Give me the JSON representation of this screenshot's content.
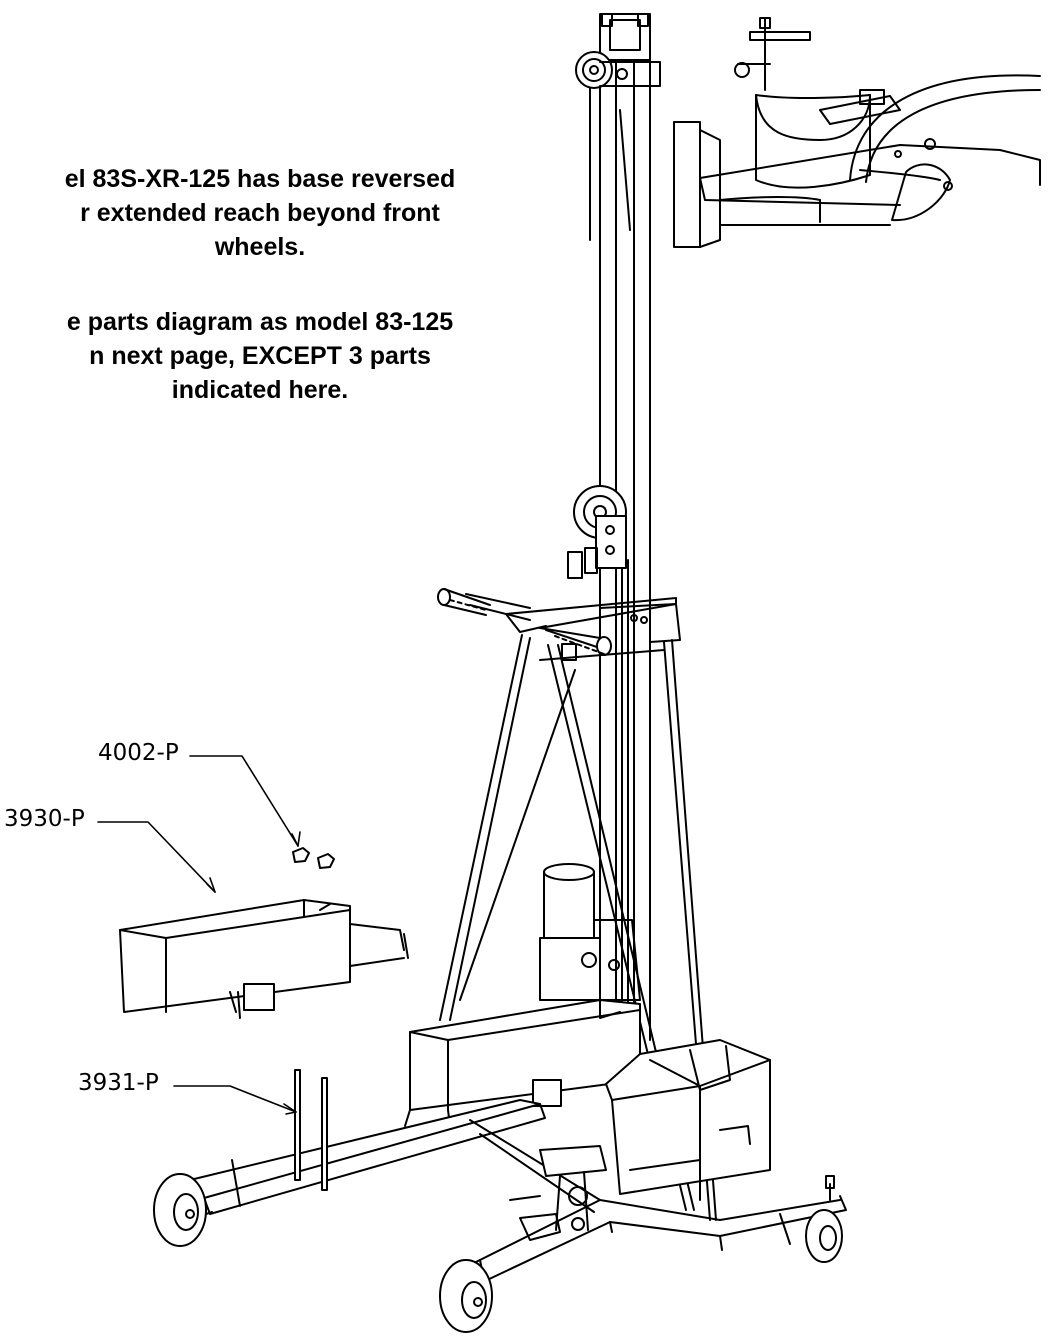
{
  "notes": {
    "line1": "el 83S-XR-125 has base reversed",
    "line2": "r extended reach beyond front",
    "line3": "wheels.",
    "line4": "e parts diagram as model 83-125",
    "line5": "n next page, EXCEPT 3 parts",
    "line6": "indicated here."
  },
  "callouts": {
    "part_4002": "4002-P",
    "part_3930": "3930-P",
    "part_3931": "3931-P"
  }
}
